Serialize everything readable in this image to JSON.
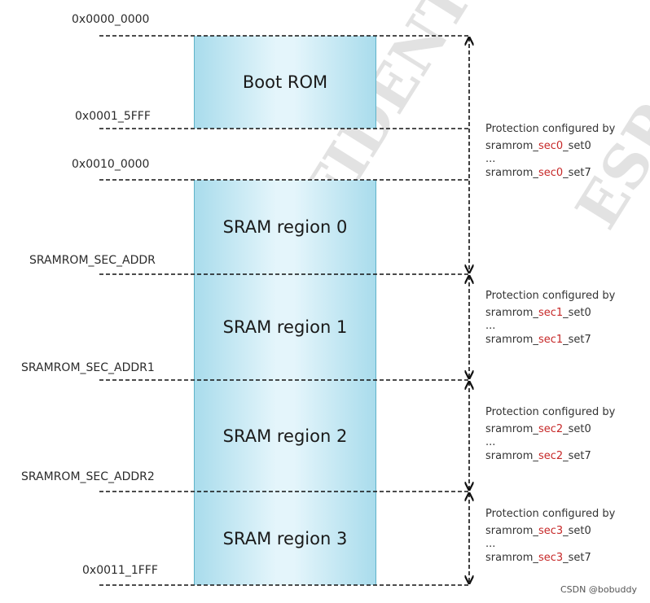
{
  "addresses": {
    "a0": "0x0000_0000",
    "a1": "0x0001_5FFF",
    "a2": "0x0010_0000",
    "a3": "SRAMROM_SEC_ADDR",
    "a4": "SRAMROM_SEC_ADDR1",
    "a5": "SRAMROM_SEC_ADDR2",
    "a6": "0x0011_1FFF"
  },
  "regions": {
    "boot": "Boot ROM",
    "r0": "SRAM region 0",
    "r1": "SRAM region 1",
    "r2": "SRAM region 2",
    "r3": "SRAM region 3"
  },
  "protections": [
    {
      "header": "Protection configured by",
      "prefix": "sramrom_",
      "sec": "sec0",
      "suffix0": "_set0",
      "ellipsis": "...",
      "suffix7": "_set7"
    },
    {
      "header": "Protection configured by",
      "prefix": "sramrom_",
      "sec": "sec1",
      "suffix0": "_set0",
      "ellipsis": "...",
      "suffix7": "_set7"
    },
    {
      "header": "Protection configured by",
      "prefix": "sramrom_",
      "sec": "sec2",
      "suffix0": "_set0",
      "ellipsis": "...",
      "suffix7": "_set7"
    },
    {
      "header": "Protection configured by",
      "prefix": "sramrom_",
      "sec": "sec3",
      "suffix0": "_set0",
      "ellipsis": "...",
      "suffix7": "_set7"
    }
  ],
  "watermark": {
    "text1": "CONFIDENTIAL",
    "text2": "ESP"
  },
  "footer": "CSDN @bobuddy",
  "colors": {
    "region_edge": "#a9dcec",
    "region_center": "#e4f5fb",
    "region_border": "#5fb3c9",
    "sec_text": "#c62828"
  }
}
